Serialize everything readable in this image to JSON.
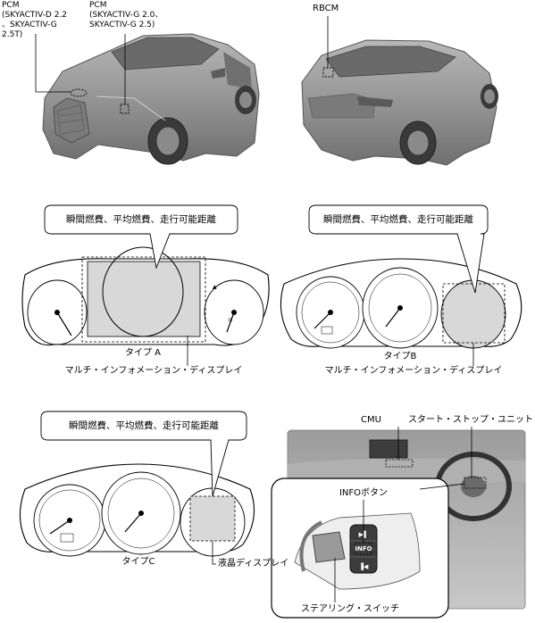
{
  "labels": {
    "pcm_diesel": "PCM\n(SKYACTIV-D 2.2\n、SKYACTIV-G\n2.5T)",
    "pcm_gasoline": "PCM\n(SKYACTIV-G 2.0、\nSKYACTIV-G 2.5)",
    "rbcm": "RBCM",
    "bubble_a": "瞬間燃費、平均燃費、走行可能距離",
    "bubble_b": "瞬間燃費、平均燃費、走行可能距離",
    "bubble_c": "瞬間燃費、平均燃費、走行可能距離",
    "type_a": "タイプ A",
    "type_b": "タイプB",
    "type_c": "タイプC",
    "mid_a": "マルチ・インフォメーション・ディスプレイ",
    "mid_b": "マルチ・インフォメーション・ディスプレイ",
    "lcd_c": "液晶ディスプレイ",
    "cmu": "CMU",
    "start_stop_unit": "スタート・ストップ・ユニット",
    "info_button": "INFOボタン",
    "info_key": "INFO",
    "steering_switch": "ステアリング・スイッチ"
  },
  "colors": {
    "car_body": "#9a9a9a",
    "display_fill": "#d8d8d8",
    "line": "#000000"
  }
}
